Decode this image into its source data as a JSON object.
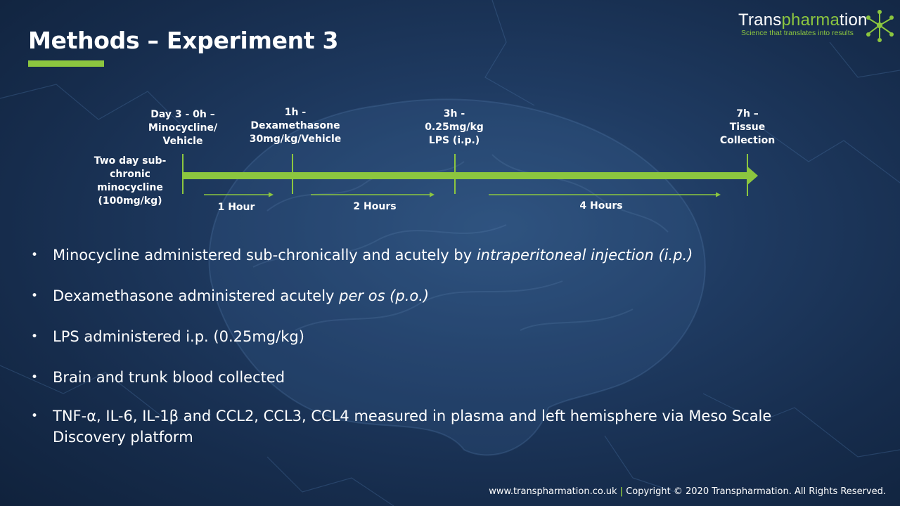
{
  "title": "Methods – Experiment 3",
  "logo": {
    "word_part1": "Trans",
    "word_part2": "pharma",
    "word_part3": "tion",
    "tagline": "Science that translates into results",
    "icon": "network-star-icon"
  },
  "timeline": {
    "pre_label": "Two day sub-\nchronic\nminocycline\n(100mg/kg)",
    "events": [
      {
        "label": "Day 3 - 0h –\nMinocycline/\nVehicle"
      },
      {
        "label": "1h -\nDexamethasone\n30mg/kg/Vehicle"
      },
      {
        "label": "3h -\n0.25mg/kg\nLPS (i.p.)"
      },
      {
        "label": "7h –\nTissue\nCollection"
      }
    ],
    "intervals": [
      {
        "label": "1 Hour"
      },
      {
        "label": "2 Hours"
      },
      {
        "label": "4 Hours"
      }
    ]
  },
  "bullets": [
    {
      "pre": "Minocycline administered sub-chronically and acutely by ",
      "italic": "intraperitoneal injection (i.p.)",
      "post": ""
    },
    {
      "pre": "Dexamethasone administered acutely ",
      "italic": "per os (p.o.)",
      "post": ""
    },
    {
      "pre": "LPS administered i.p. (0.25mg/kg)",
      "italic": "",
      "post": ""
    },
    {
      "pre": "Brain and trunk blood collected",
      "italic": "",
      "post": ""
    },
    {
      "pre": "TNF-α, IL-6, IL-1β and CCL2, CCL3, CCL4 measured in plasma and left hemisphere via Meso Scale Discovery platform",
      "italic": "",
      "post": ""
    }
  ],
  "footer": {
    "website": "www.transpharmation.co.uk",
    "separator": "|",
    "copyright": "Copyright © 2020 Transpharmation. All Rights Reserved."
  },
  "colors": {
    "accent_green": "#8cc63f",
    "background": "#1f3b62"
  }
}
